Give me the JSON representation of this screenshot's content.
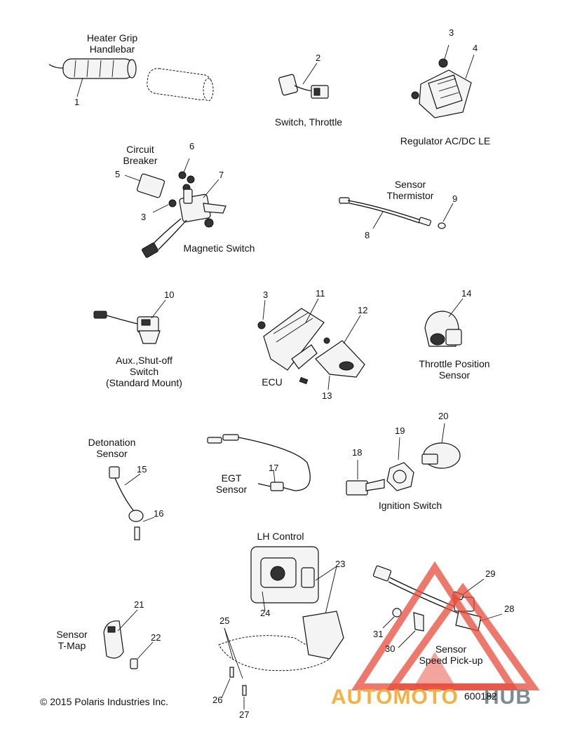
{
  "labels": {
    "heater_grip": "Heater Grip\nHandlebar",
    "switch_throttle": "Switch, Throttle",
    "regulator": "Regulator AC/DC LE",
    "circuit_breaker": "Circuit\nBreaker",
    "sensor_thermistor": "Sensor\nThermistor",
    "magnetic_switch": "Magnetic Switch",
    "aux_shutoff": "Aux.,Shut-off\nSwitch\n(Standard Mount)",
    "ecu": "ECU",
    "throttle_position": "Throttle Position\nSensor",
    "detonation": "Detonation\nSensor",
    "egt": "EGT\nSensor",
    "ignition_switch": "Ignition Switch",
    "lh_control": "LH Control",
    "sensor_tmap": "Sensor\nT-Map",
    "speed_pickup": "Sensor\nSpeed Pick-up"
  },
  "callouts": {
    "c1": "1",
    "c2": "2",
    "c3a": "3",
    "c4": "4",
    "c5": "5",
    "c6": "6",
    "c7": "7",
    "c3b": "3",
    "c8": "8",
    "c9": "9",
    "c10": "10",
    "c3c": "3",
    "c11": "11",
    "c12": "12",
    "c13": "13",
    "c14": "14",
    "c15": "15",
    "c16": "16",
    "c17": "17",
    "c18": "18",
    "c19": "19",
    "c20": "20",
    "c23": "23",
    "c24": "24",
    "c25": "25",
    "c26": "26",
    "c27": "27",
    "c21": "21",
    "c22": "22",
    "c29": "29",
    "c28": "28",
    "c31": "31",
    "c30": "30"
  },
  "footer": {
    "copyright": "© 2015 Polaris Industries Inc.",
    "figure_number": "600182"
  },
  "watermark": {
    "text_a": "AUTOMOTO",
    "text_b": "HUB",
    "color_red": "#e74c3c",
    "color_orange": "#f5b041",
    "color_gray": "#7f8c8d"
  }
}
